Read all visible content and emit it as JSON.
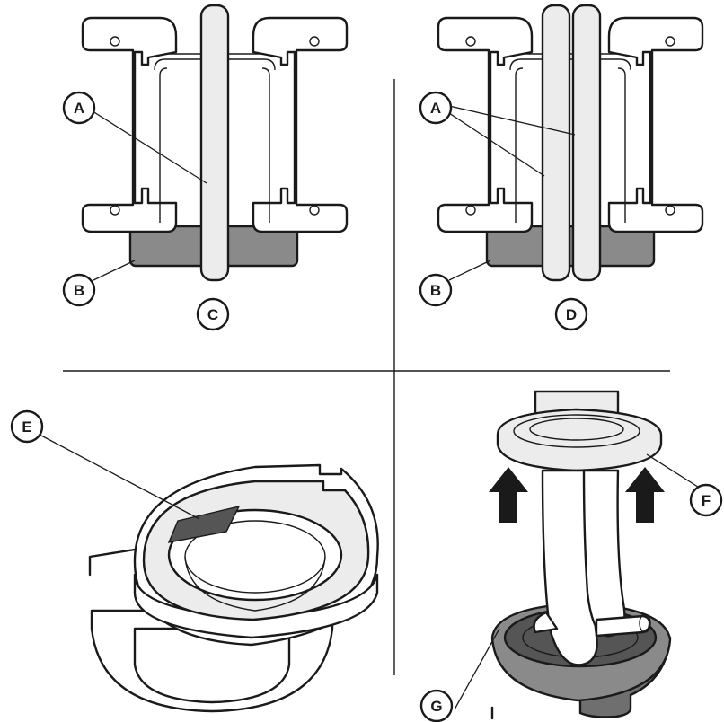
{
  "callouts": {
    "a_left": "A",
    "b_left": "B",
    "c": "C",
    "a_right": "A",
    "b_right": "B",
    "d": "D",
    "e": "E",
    "f": "F",
    "g": "G"
  },
  "icons": {
    "arrow": "arrow-up-icon"
  },
  "colors": {
    "ink": "#1a1a1a",
    "dark_gray": "#8a8a8a",
    "medium_gray": "#6f6f6f",
    "light_gray": "#ececec",
    "bar_gray": "#555555",
    "white": "#ffffff"
  }
}
